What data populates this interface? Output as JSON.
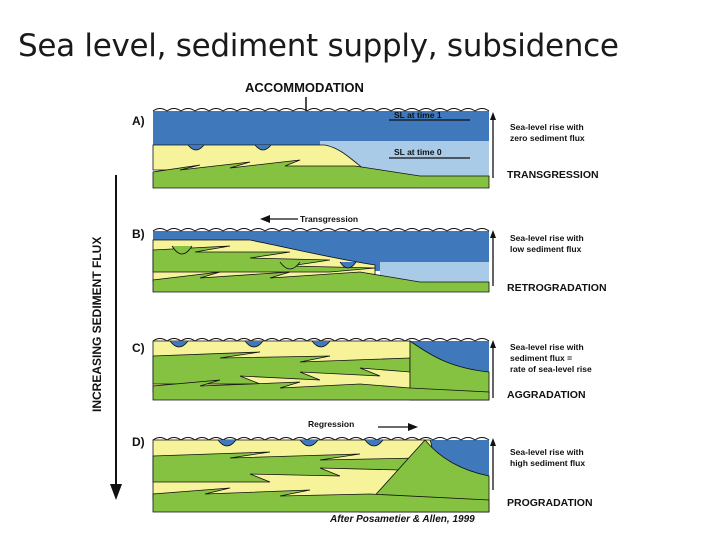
{
  "slide": {
    "title": "Sea level, sediment supply, subsidence"
  },
  "diagram": {
    "header": "ACCOMMODATION",
    "axis_label": "INCREASING SEDIMENT FLUX",
    "credit": "After Posametier & Allen, 1999",
    "sea_level_labels": {
      "time1": "SL  at  time  1",
      "time0": "SL  at  time  0"
    },
    "arrows": {
      "transgression": "Transgression",
      "regression": "Regression"
    },
    "panels": [
      {
        "letter": "A)",
        "note": [
          "Sea-level rise with",
          "zero sediment flux"
        ],
        "process": "TRANSGRESSION"
      },
      {
        "letter": "B)",
        "note": [
          "Sea-level rise with",
          "low sediment flux"
        ],
        "process": "RETROGRADATION"
      },
      {
        "letter": "C)",
        "note": [
          "Sea-level rise with",
          "sediment flux =",
          "rate of sea-level rise"
        ],
        "process": "AGGRADATION"
      },
      {
        "letter": "D)",
        "note": [
          "Sea-level rise with",
          "high sediment flux"
        ],
        "process": "PROGRADATION"
      }
    ],
    "colors": {
      "deep_water": "#3f78bb",
      "shallow_water": "#a9cbe8",
      "sand": "#f6f39a",
      "shelf": "#86c242",
      "outline": "#111111"
    }
  }
}
